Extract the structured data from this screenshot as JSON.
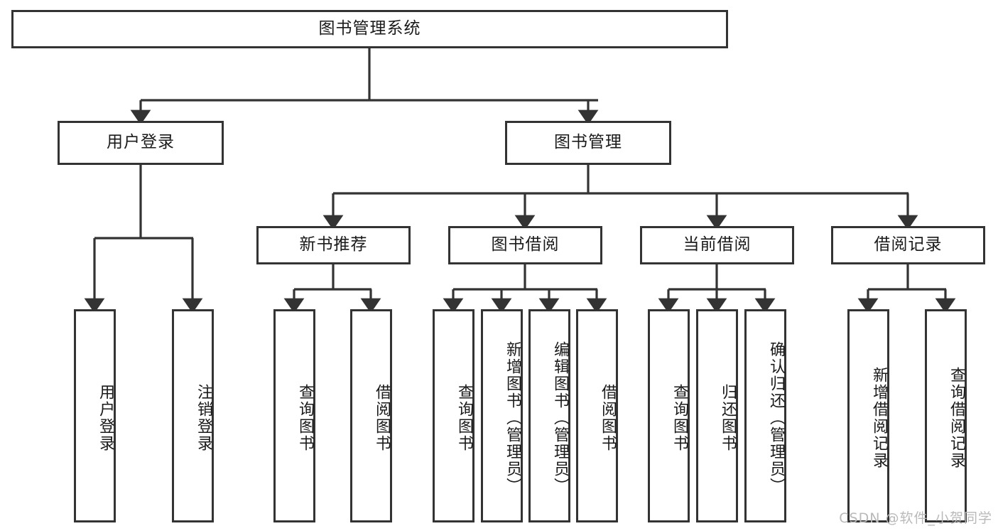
{
  "diagram": {
    "title": "图书管理系统",
    "type": "hierarchy-tree",
    "watermark": "CSDN @软件_小贺同学",
    "colors": {
      "stroke": "#333333",
      "fill": "#ffffff",
      "text": "#1a1a1a",
      "watermark": "#b9b9b9"
    },
    "nodes": {
      "root": {
        "label": "图书管理系统"
      },
      "level2": [
        {
          "id": "user-login",
          "label": "用户登录"
        },
        {
          "id": "book-manage",
          "label": "图书管理"
        }
      ],
      "level3": [
        {
          "id": "new-book-recommend",
          "label": "新书推荐"
        },
        {
          "id": "book-borrow",
          "label": "图书借阅"
        },
        {
          "id": "current-borrow",
          "label": "当前借阅"
        },
        {
          "id": "borrow-record",
          "label": "借阅记录"
        }
      ],
      "leaves": {
        "user-login": [
          {
            "id": "leaf-user-login",
            "label": "用户登录"
          },
          {
            "id": "leaf-user-logout",
            "label": "注销登录"
          }
        ],
        "new-book-recommend": [
          {
            "id": "leaf-query-book-1",
            "label": "查询图书"
          },
          {
            "id": "leaf-borrow-book-1",
            "label": "借阅图书"
          }
        ],
        "book-borrow": [
          {
            "id": "leaf-query-book-2",
            "label": "查询图书"
          },
          {
            "id": "leaf-add-book",
            "label": "新增图书（管理员）"
          },
          {
            "id": "leaf-edit-book",
            "label": "编辑图书（管理员）"
          },
          {
            "id": "leaf-borrow-book-2",
            "label": "借阅图书"
          }
        ],
        "current-borrow": [
          {
            "id": "leaf-query-book-3",
            "label": "查询图书"
          },
          {
            "id": "leaf-return-book",
            "label": "归还图书"
          },
          {
            "id": "leaf-confirm-return",
            "label": "确认归还（管理员）"
          }
        ],
        "borrow-record": [
          {
            "id": "leaf-add-record",
            "label": "新增借阅记录"
          },
          {
            "id": "leaf-query-record",
            "label": "查询借阅记录"
          }
        ]
      }
    }
  }
}
